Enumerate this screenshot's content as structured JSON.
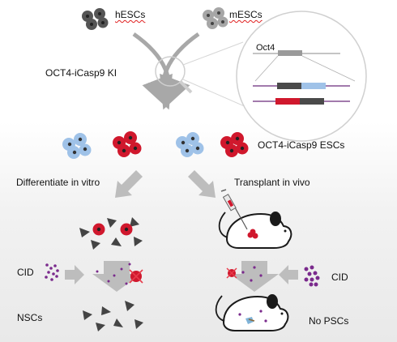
{
  "cells": {
    "human": "hESCs",
    "mouse": "mESCs"
  },
  "knockin": "OCT4-iCasp9 KI",
  "gene": "Oct4",
  "engineered_cells": "OCT4-iCasp9 ESCs",
  "paths": {
    "vitro": "Differentiate in vitro",
    "vivo": "Transplant in vivo"
  },
  "treatment": {
    "left": "CID",
    "right": "CID"
  },
  "outcomes": {
    "vitro": "NSCs",
    "vivo": "No PSCs"
  },
  "colors": {
    "human_cell": "#555555",
    "mouse_cell": "#a6a6a6",
    "oct4_cell_blue": "#9fc2e8",
    "icasp9_cell_red": "#d0182d",
    "arrow_gray": "#bdbdbd",
    "cid_purple": "#7a2a8c"
  }
}
